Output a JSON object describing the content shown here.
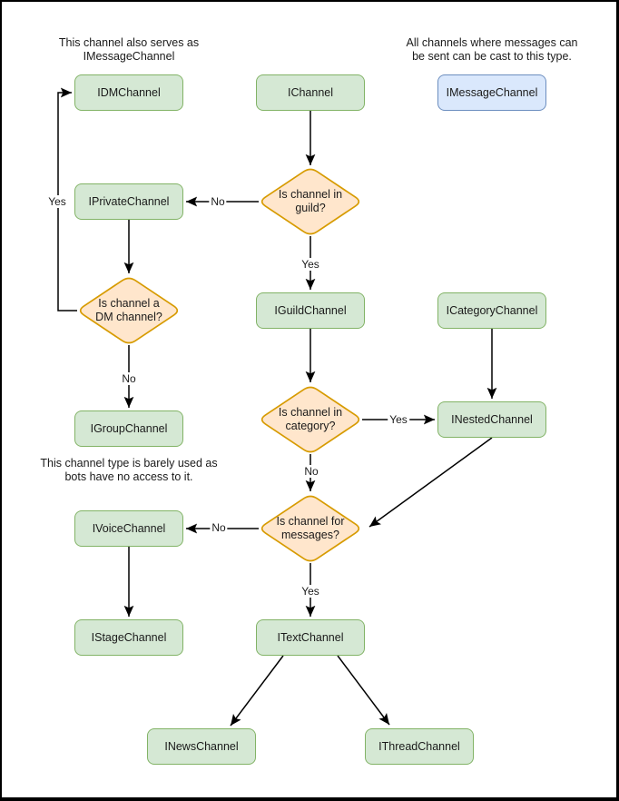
{
  "page": {
    "background": "#ffffff",
    "border_color": "#000000"
  },
  "colors": {
    "channel_node_fill": "#d5e8d4",
    "channel_node_border": "#82b366",
    "decision_fill": "#ffe6cc",
    "decision_border": "#d79b00",
    "message_node_fill": "#dae8fc",
    "message_node_border": "#6c8ebf",
    "edge_stroke": "#000000",
    "text_color": "#1a1a1a"
  },
  "annotations": {
    "dm_note": "This channel also serves as\nIMessageChannel",
    "message_note": "All channels where messages can\nbe sent can be cast to this type.",
    "group_note": "This channel type is barely used as\nbots have no access to it."
  },
  "nodes": {
    "idm": {
      "label": "IDMChannel"
    },
    "ichannel": {
      "label": "IChannel"
    },
    "imessage": {
      "label": "IMessageChannel"
    },
    "iprivate": {
      "label": "IPrivateChannel"
    },
    "iguild": {
      "label": "IGuildChannel"
    },
    "icategory": {
      "label": "ICategoryChannel"
    },
    "igroup": {
      "label": "IGroupChannel"
    },
    "inested": {
      "label": "INestedChannel"
    },
    "ivoice": {
      "label": "IVoiceChannel"
    },
    "itext": {
      "label": "ITextChannel"
    },
    "istage": {
      "label": "IStageChannel"
    },
    "inews": {
      "label": "INewsChannel"
    },
    "ithread": {
      "label": "IThreadChannel"
    }
  },
  "decisions": {
    "guild": {
      "label": "Is channel in\nguild?"
    },
    "dm": {
      "label": "Is channel a\nDM channel?"
    },
    "category": {
      "label": "Is channel in\ncategory?"
    },
    "messages": {
      "label": "Is channel for\nmessages?"
    }
  },
  "edge_labels": {
    "dm_to_idm": "Yes",
    "guild_to_private": "No",
    "guild_to_guildchannel": "Yes",
    "dm_to_group": "No",
    "category_to_nested": "Yes",
    "category_to_messages": "No",
    "messages_to_voice": "No",
    "messages_to_text": "Yes"
  },
  "edges": [
    {
      "from": "IChannel",
      "to": "Is channel in guild?",
      "label": ""
    },
    {
      "from": "Is channel in guild?",
      "to": "IPrivateChannel",
      "label": "No"
    },
    {
      "from": "Is channel in guild?",
      "to": "IGuildChannel",
      "label": "Yes"
    },
    {
      "from": "IPrivateChannel",
      "to": "Is channel a DM channel?",
      "label": ""
    },
    {
      "from": "Is channel a DM channel?",
      "to": "IDMChannel",
      "label": "Yes"
    },
    {
      "from": "Is channel a DM channel?",
      "to": "IGroupChannel",
      "label": "No"
    },
    {
      "from": "IGuildChannel",
      "to": "Is channel in category?",
      "label": ""
    },
    {
      "from": "ICategoryChannel",
      "to": "INestedChannel",
      "label": ""
    },
    {
      "from": "Is channel in category?",
      "to": "INestedChannel",
      "label": "Yes"
    },
    {
      "from": "Is channel in category?",
      "to": "Is channel for messages?",
      "label": "No"
    },
    {
      "from": "INestedChannel",
      "to": "Is channel for messages?",
      "label": ""
    },
    {
      "from": "Is channel for messages?",
      "to": "IVoiceChannel",
      "label": "No"
    },
    {
      "from": "Is channel for messages?",
      "to": "ITextChannel",
      "label": "Yes"
    },
    {
      "from": "IVoiceChannel",
      "to": "IStageChannel",
      "label": ""
    },
    {
      "from": "ITextChannel",
      "to": "INewsChannel",
      "label": ""
    },
    {
      "from": "ITextChannel",
      "to": "IThreadChannel",
      "label": ""
    }
  ]
}
